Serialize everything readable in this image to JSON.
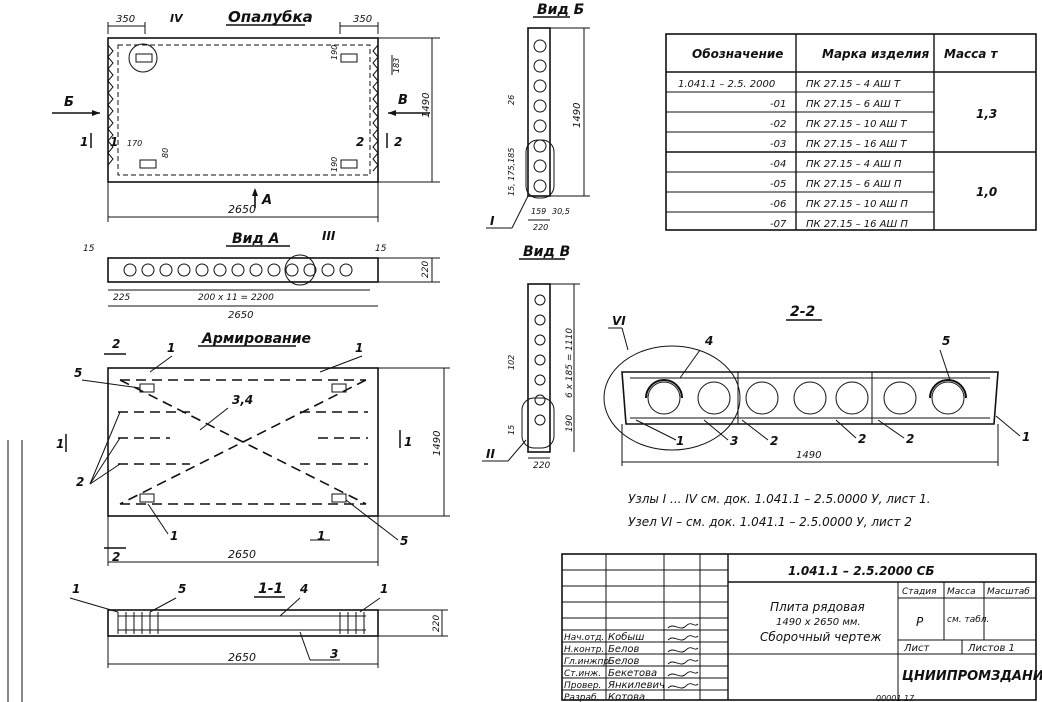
{
  "titles": {
    "formwork": "Опалубка",
    "view_b": "Вид Б",
    "view_a": "Вид А",
    "view_v": "Вид В",
    "reinforcement": "Армирование",
    "section_22": "2-2",
    "section_11": "1-1"
  },
  "formwork": {
    "dim_left": "350",
    "dim_right": "350",
    "dim_width": "2650",
    "dim_height": "1490",
    "dim_190_top": "190",
    "dim_183": "183",
    "dim_190_bottom": "190",
    "dim_170": "170",
    "dim_80": "80",
    "arrow_b": "Б",
    "arrow_v": "В",
    "arrow_a": "А",
    "roman_iv": "IV",
    "cut_1_left": "1",
    "cut_1_right": "1",
    "cut_2_left": "2",
    "cut_2_right": "2"
  },
  "view_a": {
    "dim_15_left": "15",
    "dim_15_right": "15",
    "dim_225": "225",
    "dim_spacing": "200 x 11 = 2200",
    "dim_total": "2650",
    "dim_height": "220",
    "roman_iii": "III"
  },
  "view_b": {
    "dim_height": "1490",
    "dim_26": "26",
    "dim_left": "15, 175,185",
    "dim_159": "159",
    "dim_30": "30,5",
    "dim_220": "220",
    "roman_i": "I"
  },
  "view_v": {
    "dim_102": "102",
    "dim_spacing": "6 x 185 = 1110",
    "dim_15": "15",
    "dim_190": "190",
    "dim_220": "220",
    "roman_ii": "II"
  },
  "reinforcement": {
    "dim_height": "1490",
    "dim_width": "2650",
    "mark_1a": "1",
    "mark_1b": "1",
    "mark_1c": "1",
    "mark_1d": "1",
    "mark_2": "2",
    "mark_5a": "5",
    "mark_5b": "5",
    "mark_34": "3,4",
    "cut_1_left": "1",
    "cut_1_right": "1",
    "cut_2_top": "2",
    "cut_2_bottom": "2"
  },
  "section_22": {
    "roman_vi": "VI",
    "mark_4": "4",
    "mark_5": "5",
    "mark_1a": "1",
    "mark_1b": "1",
    "mark_3": "3",
    "mark_2a": "2",
    "mark_2b": "2",
    "mark_2c": "2",
    "dim_width": "1490"
  },
  "section_11": {
    "mark_1a": "1",
    "mark_5": "5",
    "mark_4": "4",
    "mark_1b": "1",
    "mark_3": "3",
    "dim_220": "220",
    "dim_width": "2650"
  },
  "notes": {
    "line1": "Узлы I ... IV см. док. 1.041.1 – 2.5.0000 У, лист 1.",
    "line2": "Узел VI – см. док. 1.041.1 – 2.5.0000 У, лист 2"
  },
  "spec_table": {
    "headers": [
      "Обозначение",
      "Марка изделия",
      "Масса т"
    ],
    "rows": [
      [
        "1.041.1 – 2.5. 2000",
        "ПК 27.15 – 4 АШ Т"
      ],
      [
        "-01",
        "ПК 27.15 – 6 АШ Т"
      ],
      [
        "-02",
        "ПК 27.15 – 10 АШ Т"
      ],
      [
        "-03",
        "ПК 27.15 – 16 АШ Т"
      ],
      [
        "-04",
        "ПК 27.15 – 4 АШ П"
      ],
      [
        "-05",
        "ПК 27.15 – 6 АШ П"
      ],
      [
        "-06",
        "ПК 27.15 – 10 АШ П"
      ],
      [
        "-07",
        "ПК 27.15 – 16 АШ П"
      ]
    ],
    "mass_group1": "1,3",
    "mass_group2": "1,0"
  },
  "title_block": {
    "doc_code": "1.041.1 – 2.5.2000 СБ",
    "product_name": "Плита рядовая",
    "product_size": "1490 х 2650 мм.",
    "drawing_type": "Сборочный чертеж",
    "stage_label": "Стадия",
    "mass_label": "Масса",
    "scale_label": "Масштаб",
    "stage_value": "Р",
    "mass_value": "см. табл.",
    "sheet_label": "Лист",
    "sheets_label": "Листов 1",
    "organization": "ЦНИИПРОМЗДАНИЙ",
    "roles": [
      "Нач.отд.",
      "Н.контр.",
      "Гл.инжпр.",
      "Ст.инж.",
      "Провер.",
      "Разраб."
    ],
    "names": [
      "Кобыш",
      "Белов",
      "Белов",
      "Бекетова",
      "Янкилевич",
      "Котова"
    ]
  },
  "footer": {
    "stamp_text": "00001    17"
  }
}
